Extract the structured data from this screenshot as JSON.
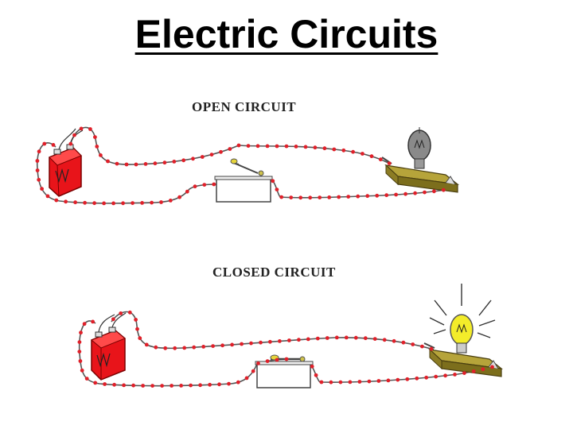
{
  "title": "Electric Circuits",
  "open_circuit": {
    "label": "OPEN CIRCUIT"
  },
  "closed_circuit": {
    "label": "CLOSED CIRCUIT"
  },
  "colors": {
    "battery": "#e8141a",
    "wire": "#555555",
    "charge_dot": "#e0202a",
    "board": "#9a8a2a",
    "bulb_off": "#8a8a8a",
    "bulb_on": "#f3ec2a"
  },
  "icons": {
    "battery": "battery-icon",
    "switch": "knife-switch-icon",
    "bulb": "light-bulb-icon"
  }
}
